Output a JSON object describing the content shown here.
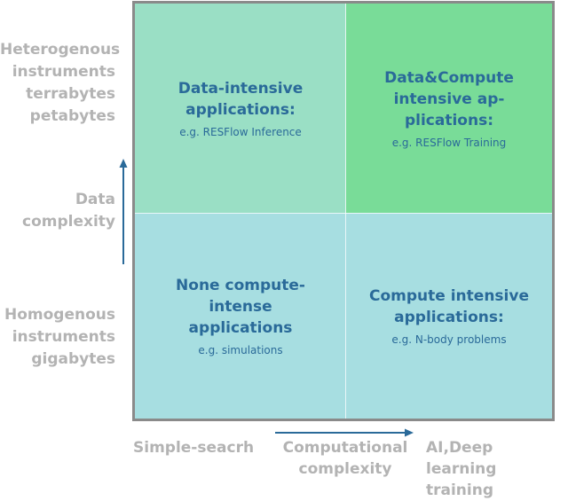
{
  "y_axis": {
    "top_label": [
      "Heterogenous",
      "instruments",
      "terrabytes",
      "petabytes"
    ],
    "mid_label": [
      "Data",
      "complexity"
    ],
    "bottom_label": [
      "Homogenous",
      "instruments",
      "gigabytes"
    ]
  },
  "x_axis": {
    "left_label": "Simple-seacrh",
    "mid_label": [
      "Computational",
      "complexity"
    ],
    "right_label": [
      "AI,Deep learning",
      "training"
    ]
  },
  "quadrants": {
    "top_left": {
      "title": [
        "Data-intensive",
        "applications:"
      ],
      "example": "e.g.  RESFlow Inference",
      "color": "#9adfc5"
    },
    "top_right": {
      "title": [
        "Data&Compute",
        "intensive ap-",
        "plications:"
      ],
      "example": "e.g.  RESFlow Training",
      "color": "#79dc98"
    },
    "bottom_left": {
      "title": [
        "None compute-",
        "intense",
        "applications"
      ],
      "example": "e.g.  simulations",
      "color": "#a7dee1"
    },
    "bottom_right": {
      "title": [
        "Compute intensive",
        "applications:"
      ],
      "example": "e.g.  N-body problems",
      "color": "#a7dee1"
    }
  },
  "colors": {
    "text_blue": "#2a6a99",
    "axis_gray": "#b3b3b3",
    "arrow": "#2a6a99",
    "border": "#8a8a8a"
  }
}
